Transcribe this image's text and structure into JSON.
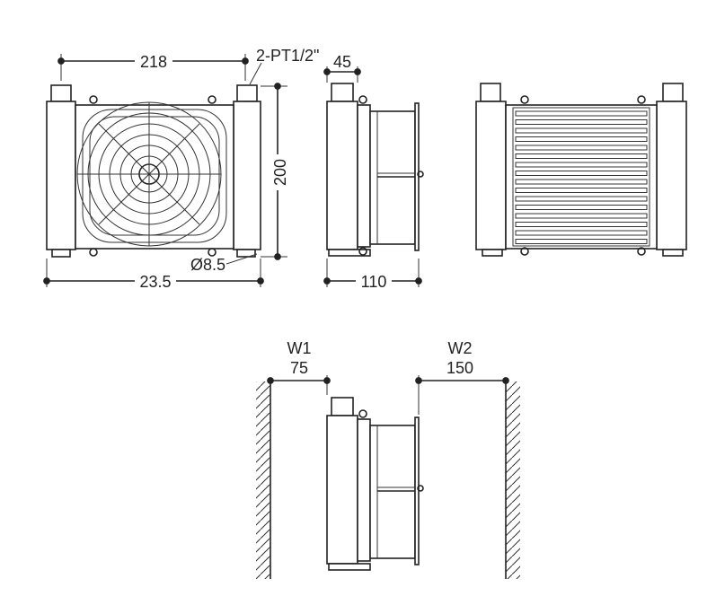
{
  "dimensions": {
    "width_218": "218",
    "port_label": "2-PT1/2\"",
    "depth_45": "45",
    "height_200": "200",
    "hole_dia": "Ø8.5",
    "width_235": "23.5",
    "depth_110": "110",
    "w1_label": "W1",
    "w1_value": "75",
    "w2_label": "W2",
    "w2_value": "150"
  }
}
